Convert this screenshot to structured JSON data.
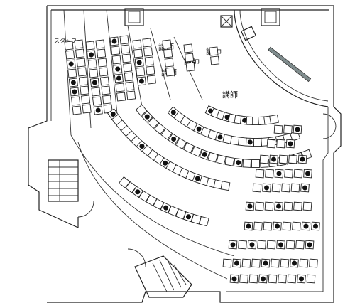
{
  "labels": {
    "staff": "スタッフ",
    "instructor": "講師"
  },
  "colors": {
    "wall": "#222222",
    "seat": "#ffffff",
    "occupied_dot": "#111111",
    "screen": "#7f8c8d"
  },
  "icons": {
    "pillar": "square-pillar-icon",
    "equipment": "crossed-box-icon",
    "stairs": "stairs-icon"
  },
  "seat_blocks": [
    {
      "name": "front-left-column",
      "rows": 7
    },
    {
      "name": "arc-row-1"
    },
    {
      "name": "arc-row-2"
    },
    {
      "name": "arc-row-3"
    },
    {
      "name": "arc-row-4"
    },
    {
      "name": "arc-row-5"
    },
    {
      "name": "right-side-block"
    }
  ]
}
